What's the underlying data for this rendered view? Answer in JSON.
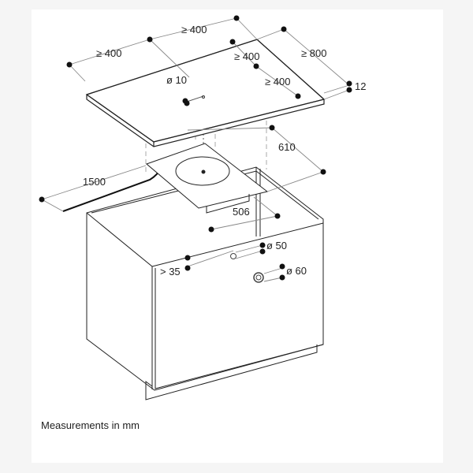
{
  "diagram": {
    "type": "installation-drawing",
    "subject": "Downdraft hob installation in base cabinet",
    "caption": "Measurements in mm",
    "dimensions": {
      "counter_left_clearance": "≥ 400",
      "counter_top_clearance": "≥ 400",
      "counter_inner_back": "≥ 400",
      "counter_inner_front": "≥ 400",
      "counter_depth": "≥ 800",
      "counter_thickness": "12",
      "pin_diameter": "ø 10",
      "cutout_depth": "610",
      "cutout_width": "506",
      "cable_length": "1500",
      "rail_offset": "> 35",
      "hole_small": "ø 50",
      "hole_large": "ø 60"
    },
    "colors": {
      "background": "#f5f5f5",
      "panel": "#ffffff",
      "line": "#222222",
      "dim_line": "#888888",
      "hidden_line": "#aaaaaa"
    }
  }
}
